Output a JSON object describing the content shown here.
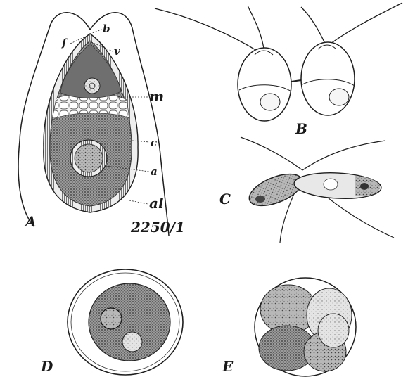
{
  "figure": {
    "panels": [
      {
        "id": "A",
        "label": "A"
      },
      {
        "id": "B",
        "label": "B"
      },
      {
        "id": "C",
        "label": "C"
      },
      {
        "id": "D",
        "label": "D"
      },
      {
        "id": "E",
        "label": "E"
      }
    ],
    "annotations": {
      "f": "f",
      "b": "b",
      "v": "v",
      "m": "m",
      "c": "c",
      "a": "a",
      "al": "al"
    },
    "magnification": "2250/1"
  },
  "colors": {
    "ink": "#1e1e1e",
    "stipple_dark": "#6a6a6a",
    "stipple_mid": "#9a9a9a",
    "stipple_light": "#c8c8c8",
    "paper": "#ffffff"
  }
}
